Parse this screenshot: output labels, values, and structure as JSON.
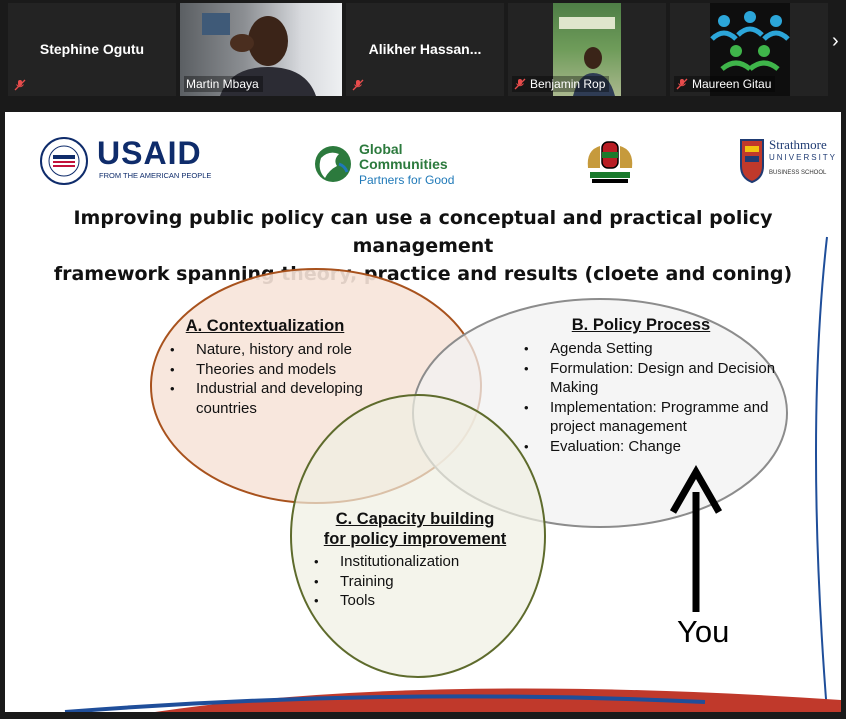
{
  "participants": [
    {
      "name": "Stephine Ogutu",
      "video": false,
      "muted": true
    },
    {
      "name": "Martin Mbaya",
      "video": true,
      "muted": false,
      "active_speaker": true
    },
    {
      "name": "Alikher  Hassan...",
      "video": false,
      "muted": true
    },
    {
      "name": "Benjamin Rop",
      "video": true,
      "muted": true
    },
    {
      "name": "Maureen Gitau",
      "video": true,
      "muted": true
    }
  ],
  "slide": {
    "logos": {
      "usaid_word": "USAID",
      "usaid_tagline": "FROM THE AMERICAN PEOPLE",
      "gc_line1": "Global",
      "gc_line2": "Communities",
      "gc_line3": "Partners for Good",
      "sm_line1": "Strathmore",
      "sm_line2": "UNIVERSITY",
      "sm_line3": "BUSINESS SCHOOL"
    },
    "title_line1": "Improving public policy can use a conceptual and practical policy management",
    "title_line2": "framework spanning theory, practice and results (cloete and coning)",
    "circle_a": {
      "heading": "A. Contextualization",
      "items": [
        "Nature, history and role",
        "Theories and models",
        "Industrial and developing countries"
      ]
    },
    "circle_b": {
      "heading": "B. Policy Process",
      "items": [
        "Agenda Setting",
        "Formulation: Design and Decision Making",
        "Implementation: Programme and project management",
        "Evaluation: Change"
      ]
    },
    "circle_c": {
      "heading_line1": "C. Capacity building",
      "heading_line2": "for policy improvement",
      "items": [
        "Institutionalization",
        "Training",
        "Tools"
      ]
    },
    "annotation": "You"
  },
  "colors": {
    "circle_a_fill": "#f7e4d9",
    "circle_a_stroke": "#a8521d",
    "circle_b_fill": "#f2f2f2",
    "circle_b_stroke": "#8c8c8c",
    "circle_c_fill": "#efefe3",
    "circle_c_stroke": "#5e6b2c",
    "active_speaker": "#9ad34a",
    "usaid_red": "#c2113a",
    "usaid_blue": "#0f2c6b",
    "gc_green": "#2c7a3d",
    "gc_blue": "#1f79b8"
  },
  "icons": [
    "mic-muted-icon",
    "usaid-seal-icon",
    "globe-icon",
    "kenya-coat-of-arms-icon",
    "strathmore-crest-icon",
    "arrow-up-icon"
  ]
}
